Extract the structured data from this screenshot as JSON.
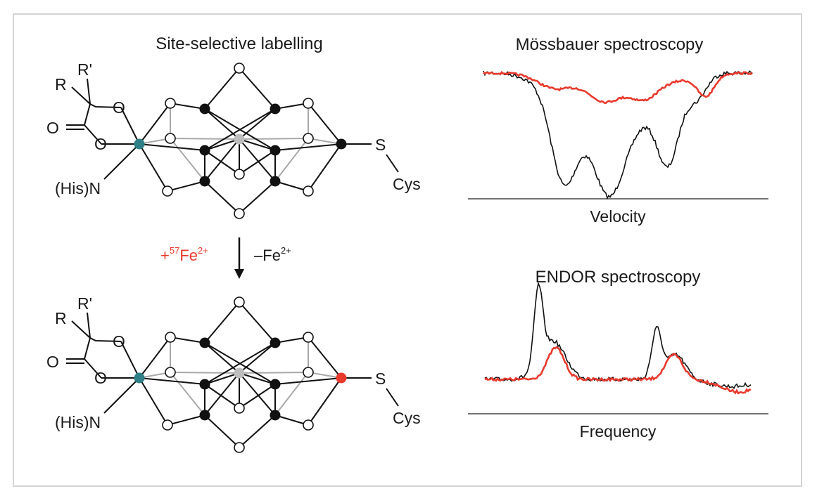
{
  "left_panel": {
    "title": "Site-selective labelling",
    "ligand": {
      "r": "R",
      "r_prime": "R'",
      "carbonyl_o": "O",
      "ring_o_top": "O",
      "ring_o_bottom": "O",
      "his": "(His)N",
      "s": "S",
      "cys": "Cys"
    },
    "reaction": {
      "added_prefix": "+",
      "added_isotope": "57",
      "added_element": "Fe",
      "added_charge": "2+",
      "removed_prefix": "–",
      "removed_element": "Fe",
      "removed_charge": "2+"
    }
  },
  "right_panel": {
    "mossbauer": {
      "title": "Mössbauer spectroscopy",
      "axis_label": "Velocity"
    },
    "endor": {
      "title": "ENDOR spectroscopy",
      "axis_label": "Frequency"
    }
  },
  "colors": {
    "labelled_fe": "#e8392c",
    "heterometal": "#2e7f86",
    "central_atom": "#bdbdbd",
    "sulfide": "#ffffff",
    "iron": "#111111",
    "trace_black": "#111111",
    "trace_red": "#e8392c",
    "border": "#d4d4d4"
  }
}
